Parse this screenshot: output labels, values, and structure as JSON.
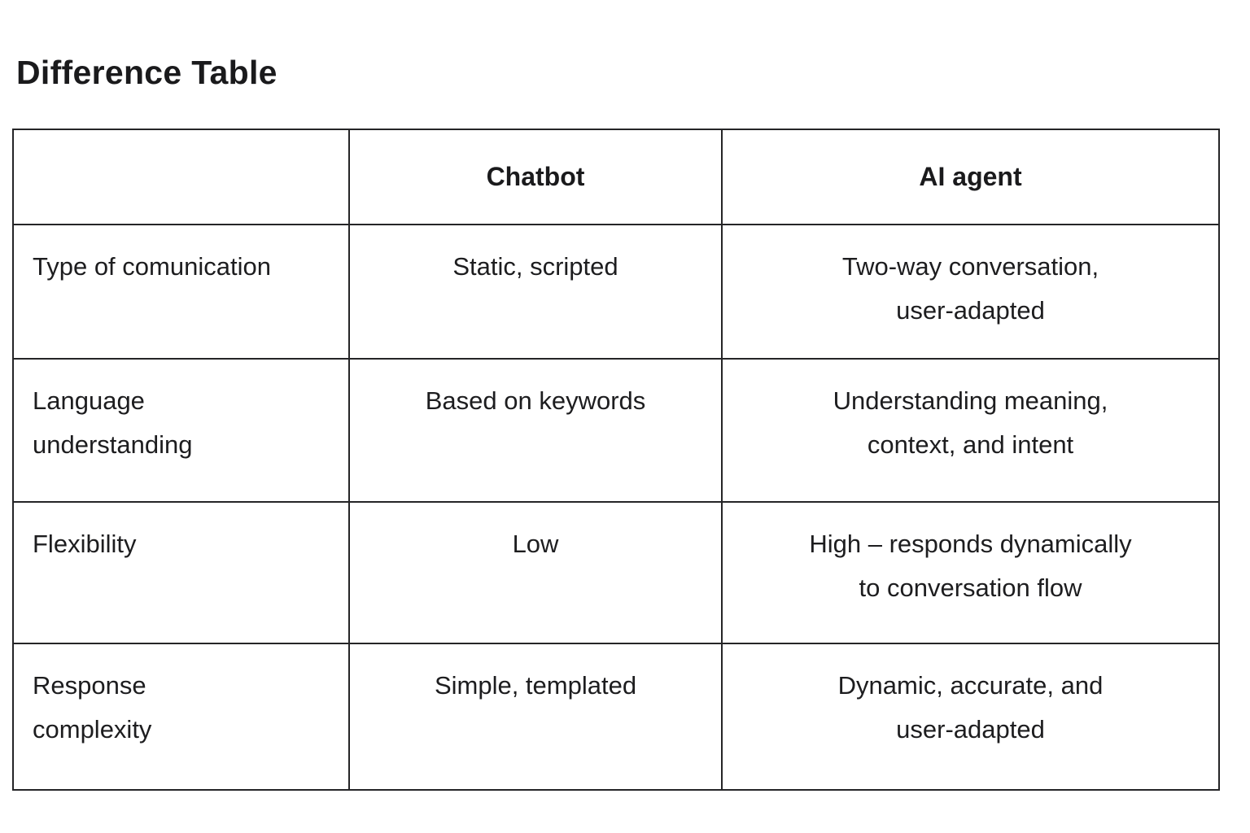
{
  "page": {
    "title": "Difference Table"
  },
  "table": {
    "header": {
      "col_label": "",
      "col_chatbot": "Chatbot",
      "col_ai_agent": "AI agent"
    },
    "rows": [
      {
        "label": "Type of comunication",
        "chatbot": "Static, scripted",
        "ai_agent": "Two-way conversation,\nuser-adapted"
      },
      {
        "label": "Language\nunderstanding",
        "chatbot": "Based on keywords",
        "ai_agent": "Understanding meaning,\ncontext, and intent"
      },
      {
        "label": "Flexibility",
        "chatbot": "Low",
        "ai_agent": "High – responds dynamically\nto conversation flow"
      },
      {
        "label": "Response\ncomplexity",
        "chatbot": "Simple, templated",
        "ai_agent": "Dynamic, accurate, and\nuser-adapted"
      }
    ]
  }
}
